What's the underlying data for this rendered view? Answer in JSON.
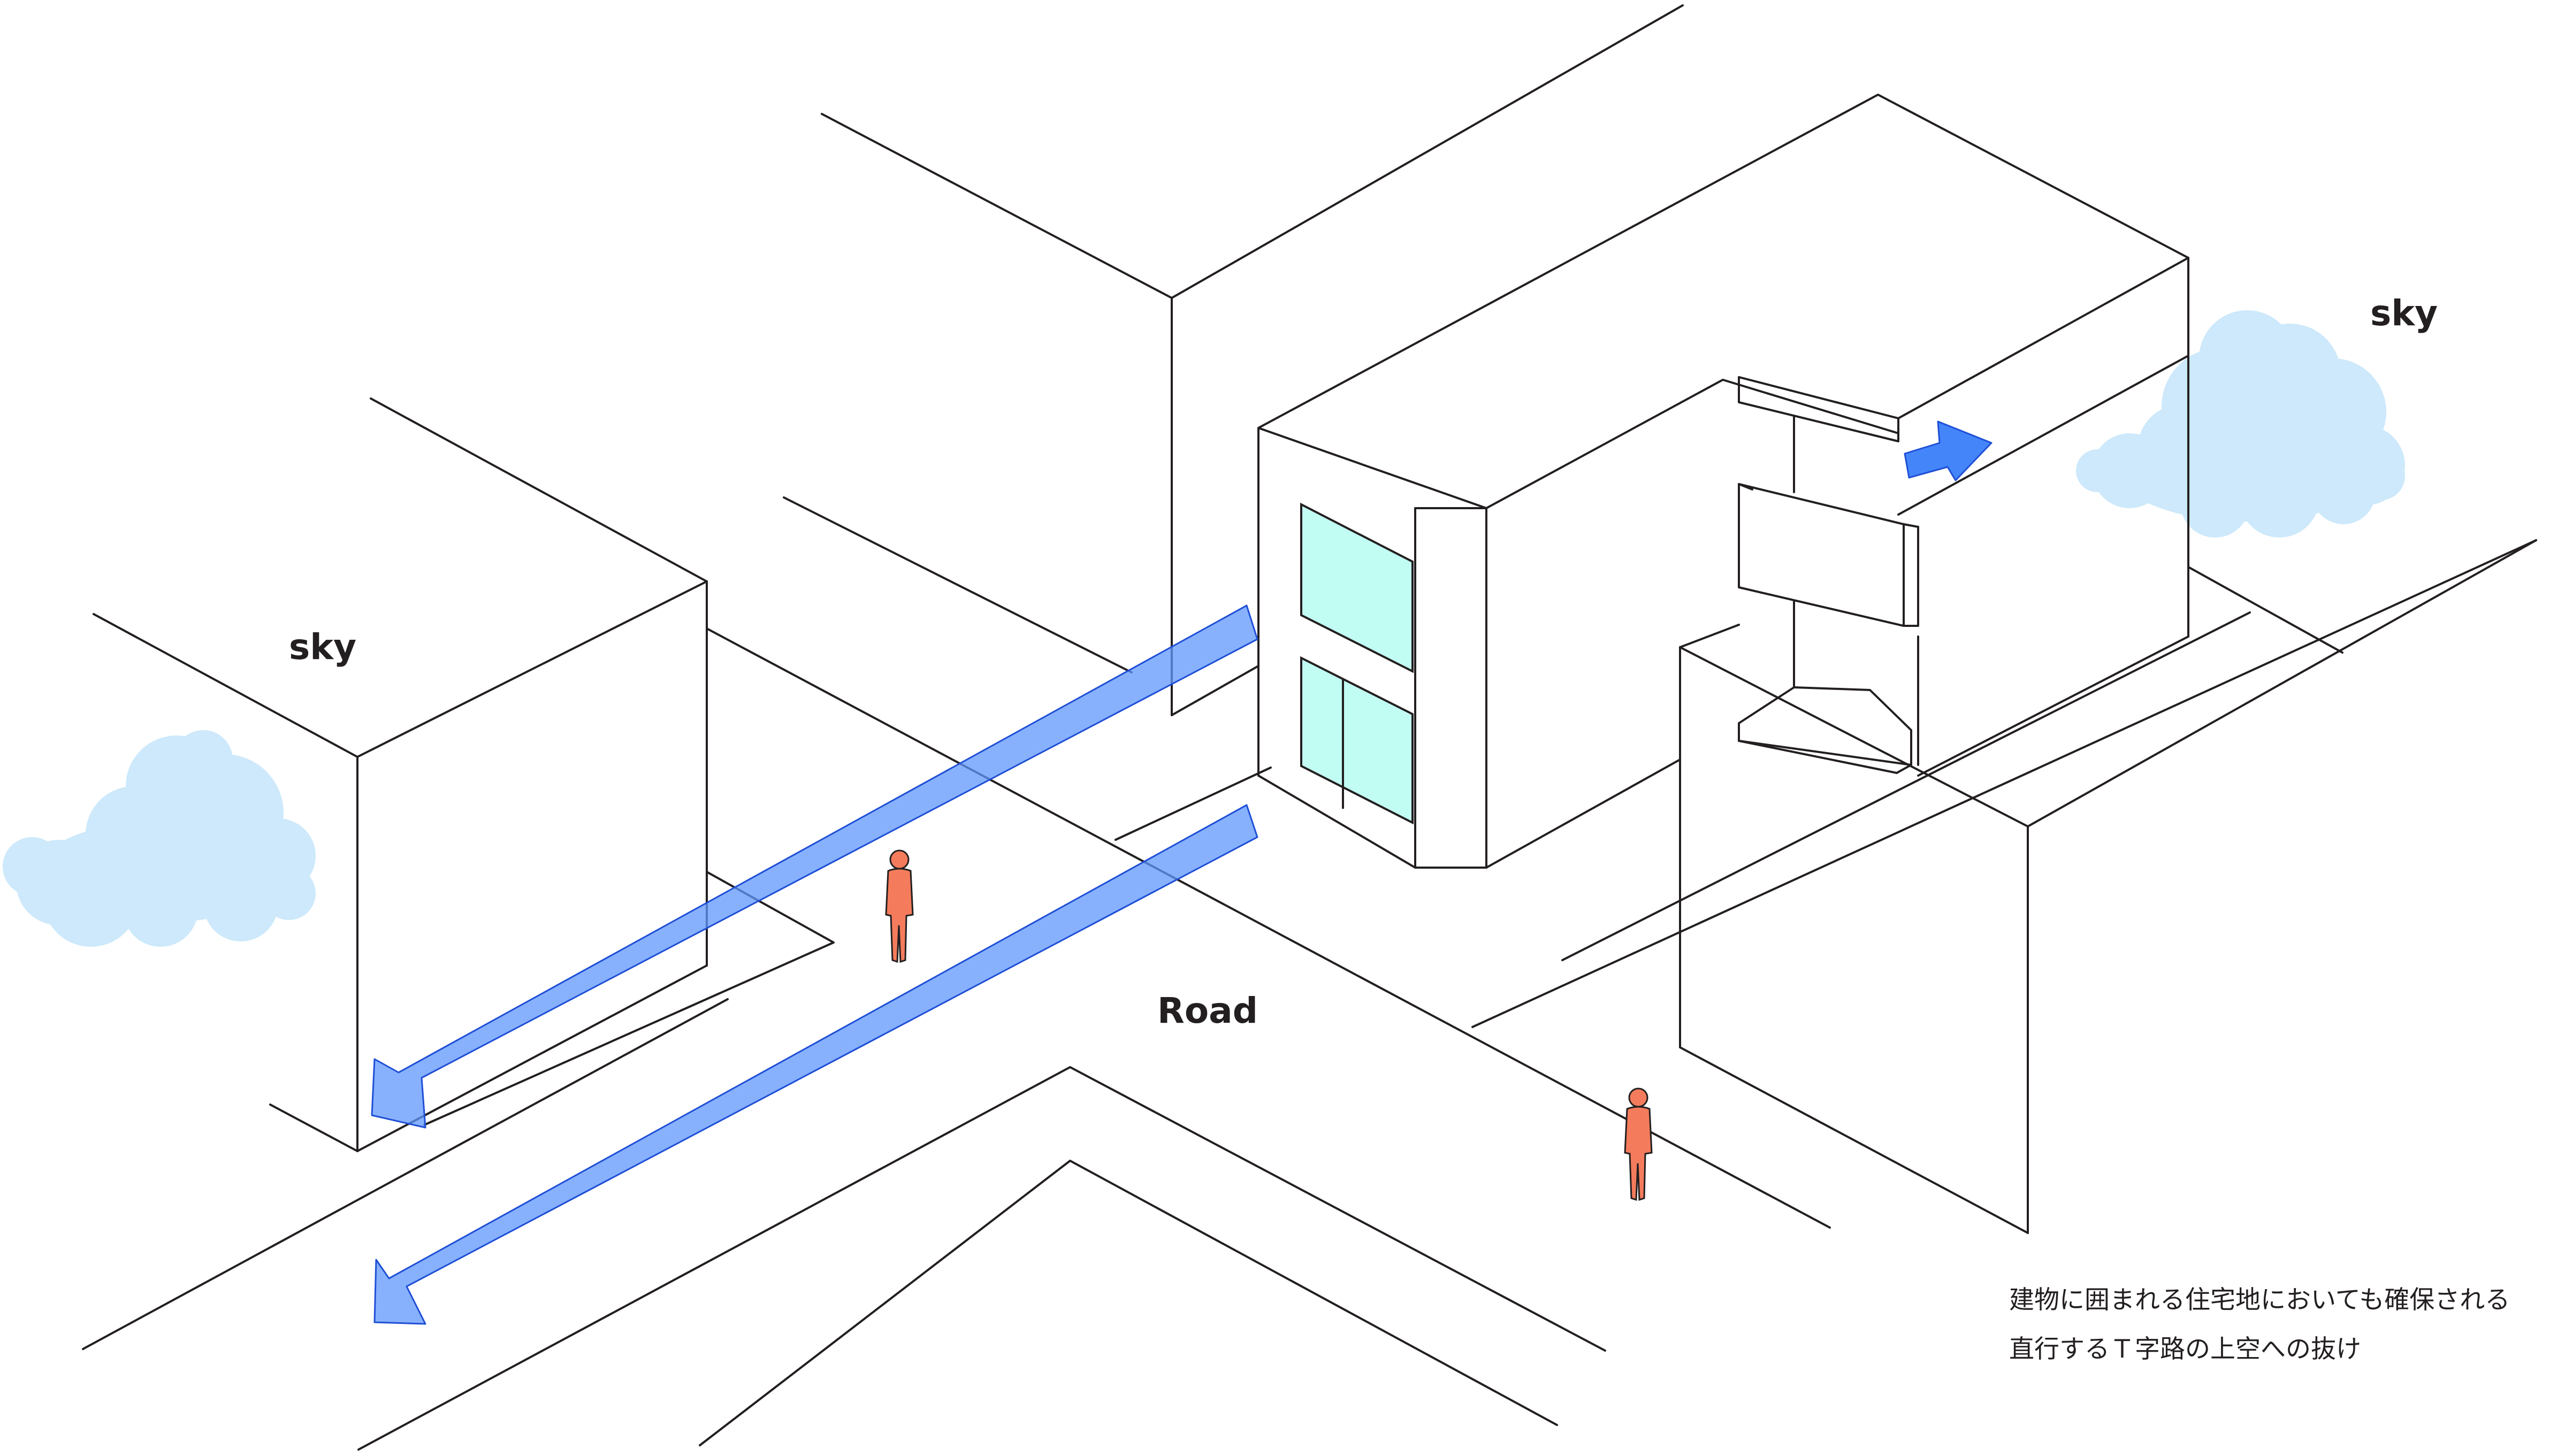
{
  "labels": {
    "sky_left": "sky",
    "sky_right": "sky",
    "road": "Road"
  },
  "caption": {
    "line1": "建物に囲まれる住宅地においても確保される",
    "line2": "直行するＴ字路の上空への抜け"
  },
  "colors": {
    "line": "#231f20",
    "window_fill": "#c2fdf3",
    "arrow_fill": "#5f97fc",
    "arrow_stroke": "#1f4fd6",
    "person_fill": "#f47c5c",
    "cloud_fill": "#cde9fb"
  },
  "icons": {
    "cloud_left": "cloud-icon",
    "cloud_right": "cloud-icon",
    "person_near": "person-icon",
    "person_far": "person-icon"
  }
}
